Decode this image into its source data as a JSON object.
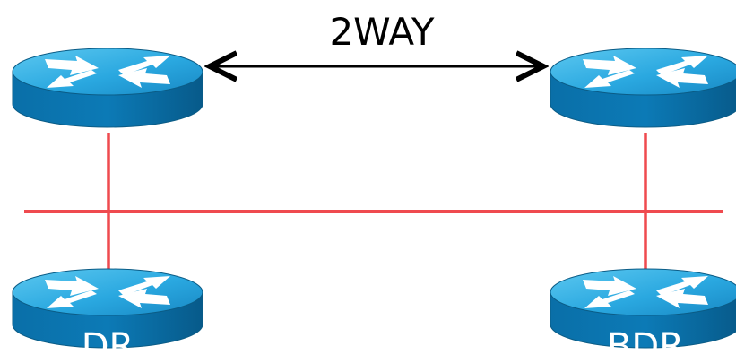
{
  "diagram": {
    "connection_label": "2WAY",
    "routers": [
      {
        "id": "router-top-left",
        "label": ""
      },
      {
        "id": "router-top-right",
        "label": ""
      },
      {
        "id": "router-bottom-left",
        "label": "DR"
      },
      {
        "id": "router-bottom-right",
        "label": "BDR"
      }
    ],
    "colors": {
      "router_top": "#2aa8e0",
      "router_side": "#0a6fa8",
      "router_outline": "#0b5c86",
      "arrow_glyph": "#ffffff",
      "link": "#ef4a4f",
      "connector": "#000000"
    }
  }
}
